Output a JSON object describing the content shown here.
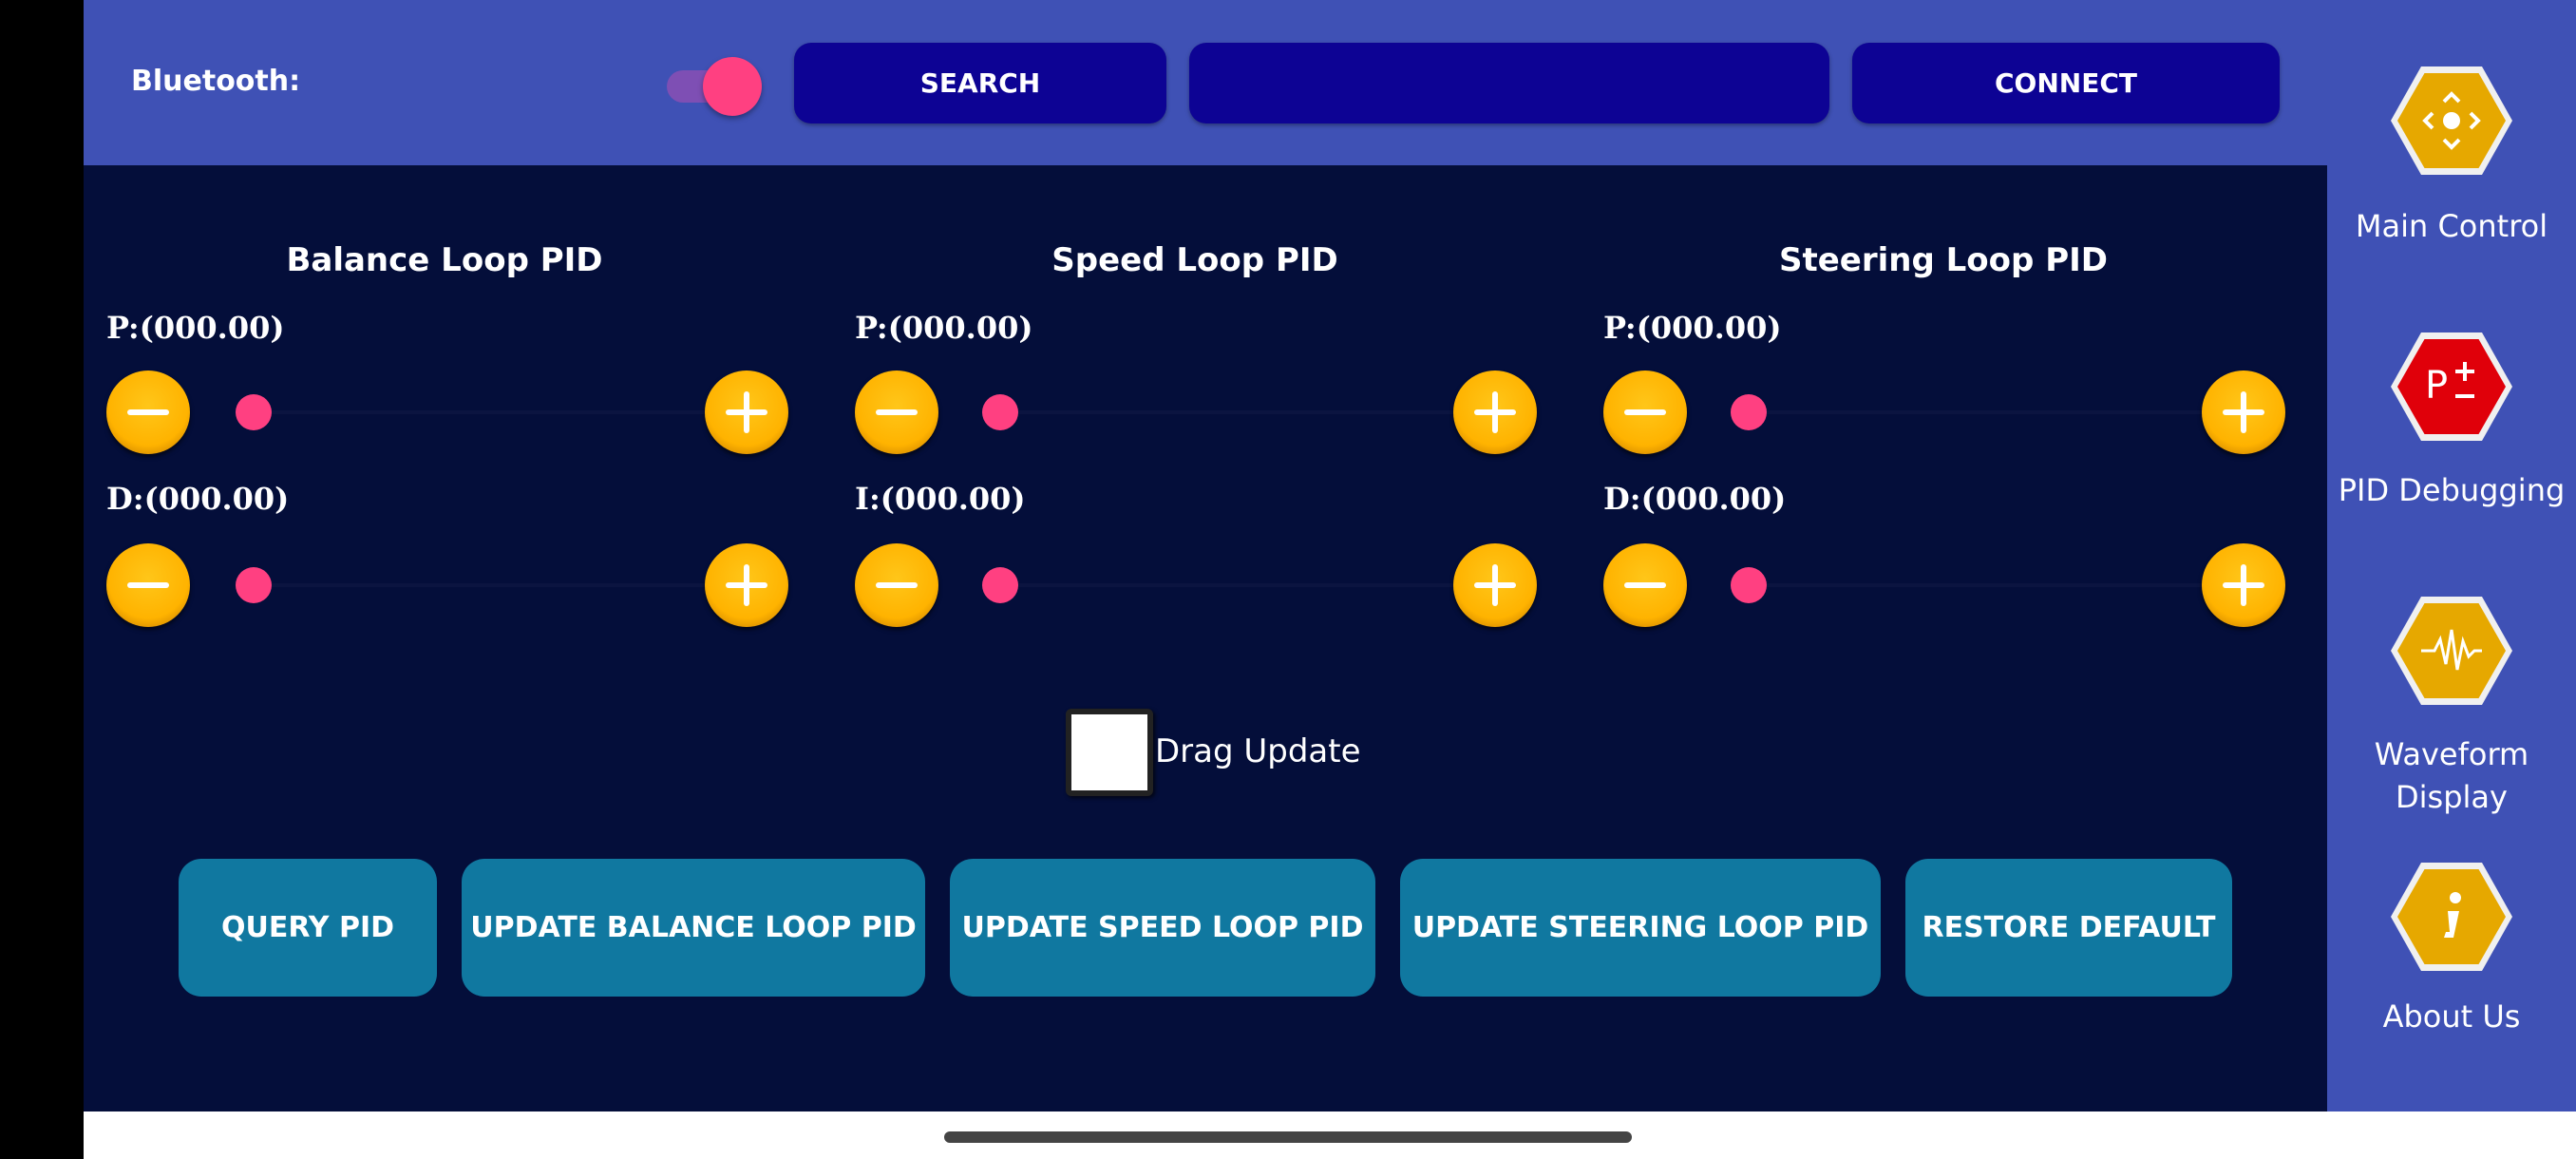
{
  "header": {
    "bluetooth_label": "Bluetooth:",
    "search_label": "SEARCH",
    "device_value": "",
    "connect_label": "CONNECT",
    "bluetooth_on": true
  },
  "pid": {
    "balance": {
      "title": "Balance Loop PID",
      "p_label": "P:(000.00)",
      "d_label": "D:(000.00)"
    },
    "speed": {
      "title": "Speed Loop PID",
      "p_label": "P:(000.00)",
      "i_label": "I:(000.00)"
    },
    "steering": {
      "title": "Steering Loop PID",
      "p_label": "P:(000.00)",
      "d_label": "D:(000.00)"
    }
  },
  "drag_update": {
    "label": "Drag Update",
    "checked": false
  },
  "actions": {
    "query": "QUERY PID",
    "update_balance": "UPDATE BALANCE LOOP PID",
    "update_speed": "UPDATE SPEED LOOP PID",
    "update_steering": "UPDATE STEERING LOOP PID",
    "restore": "RESTORE DEFAULT"
  },
  "nav": {
    "main_control": "Main Control",
    "pid_debugging": "PID Debugging",
    "waveform_line1": "Waveform",
    "waveform_line2": "Display",
    "about_us": "About Us"
  },
  "icons": {
    "main_control": "gamepad-icon",
    "pid_debugging": "pid-plus-minus-icon",
    "waveform": "waveform-icon",
    "about_us": "info-icon"
  },
  "colors": {
    "header_bg": "#3f51b5",
    "main_bg": "#040e3a",
    "button_dark": "#0d0394",
    "action_button": "#1078a0",
    "accent_pink": "#ff4081",
    "circle_yellow": "#ffb300",
    "hex_gold": "#e6a800",
    "hex_red": "#e0000a"
  }
}
